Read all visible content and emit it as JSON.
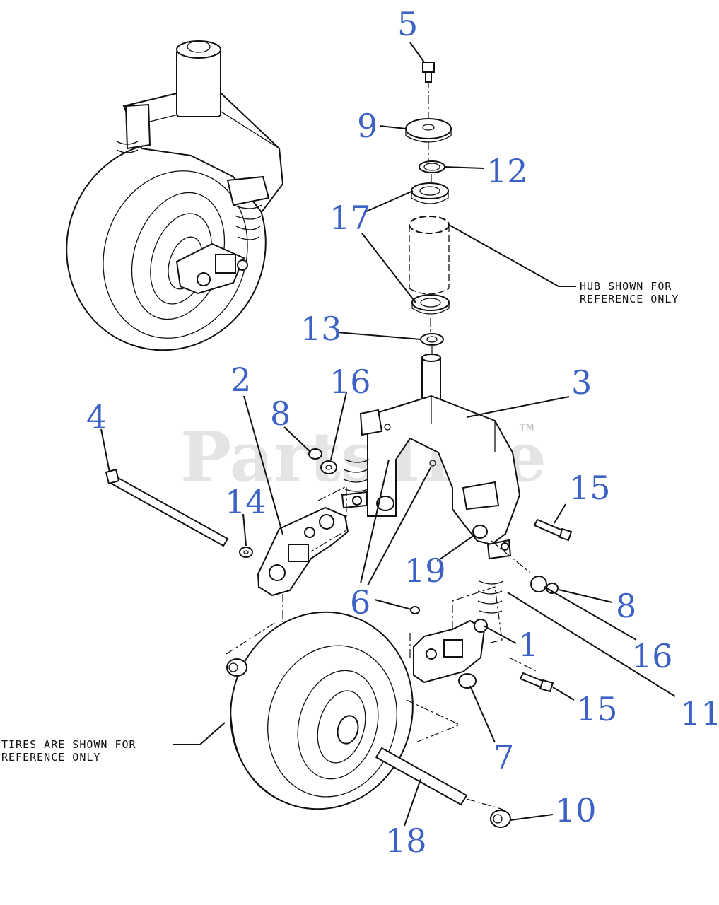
{
  "watermark": {
    "brand": "PartsTree",
    "mark": "TM"
  },
  "notes": {
    "hub_line1": "HUB SHOWN FOR",
    "hub_line2": "REFERENCE ONLY",
    "tires_line1": "TIRES ARE SHOWN FOR",
    "tires_line2": "REFERENCE ONLY"
  },
  "callouts": [
    {
      "id": "c5",
      "label": "5"
    },
    {
      "id": "c9",
      "label": "9"
    },
    {
      "id": "c12",
      "label": "12"
    },
    {
      "id": "c17a",
      "label": "17"
    },
    {
      "id": "c13",
      "label": "13"
    },
    {
      "id": "c2",
      "label": "2"
    },
    {
      "id": "c16a",
      "label": "16"
    },
    {
      "id": "c3",
      "label": "3"
    },
    {
      "id": "c4",
      "label": "4"
    },
    {
      "id": "c8a",
      "label": "8"
    },
    {
      "id": "c14",
      "label": "14"
    },
    {
      "id": "c15a",
      "label": "15"
    },
    {
      "id": "c19",
      "label": "19"
    },
    {
      "id": "c6",
      "label": "6"
    },
    {
      "id": "c8b",
      "label": "8"
    },
    {
      "id": "c1",
      "label": "1"
    },
    {
      "id": "c16b",
      "label": "16"
    },
    {
      "id": "c15b",
      "label": "15"
    },
    {
      "id": "c11",
      "label": "11"
    },
    {
      "id": "c7",
      "label": "7"
    },
    {
      "id": "c10",
      "label": "10"
    },
    {
      "id": "c18",
      "label": "18"
    }
  ],
  "colors": {
    "callout": "#3b62c4",
    "line": "#111111",
    "watermark": "#cfcfcf"
  }
}
